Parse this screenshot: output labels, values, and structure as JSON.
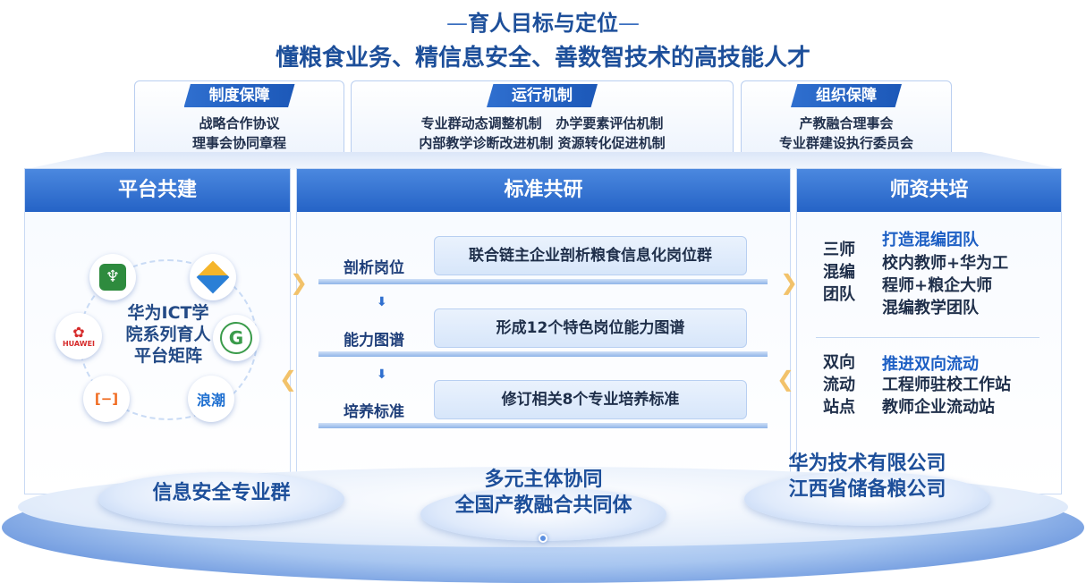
{
  "header": {
    "dash_left": "—",
    "title": "育人目标与定位",
    "dash_right": "—",
    "subtitle": "懂粮食业务、精信息安全、善数智技术的高技能人才"
  },
  "top_cards": [
    {
      "tag": "制度保障",
      "lines": [
        "战略合作协议",
        "理事会协同章程"
      ]
    },
    {
      "tag": "运行机制",
      "lines": [
        "专业群动态调整机制   办学要素评估机制",
        "内部教学诊断改进机制 资源转化促进机制"
      ]
    },
    {
      "tag": "组织保障",
      "lines": [
        "产教融合理事会",
        "专业群建设执行委员会"
      ]
    }
  ],
  "left": {
    "header": "平台共建",
    "center": [
      "华为ICT学",
      "院系列育人",
      "平台矩阵"
    ],
    "logos": [
      {
        "icon": "grain-logo-icon",
        "text": "",
        "color": "#2e8b3e"
      },
      {
        "icon": "cube-logo-icon",
        "text": "",
        "color": "#2a7fd6"
      },
      {
        "icon": "g-badge-logo-icon",
        "text": "G",
        "color": "#3a9b4a"
      },
      {
        "icon": "inspur-logo-icon",
        "text": "浪潮",
        "color": "#1e6fd0"
      },
      {
        "icon": "alibaba-logo-icon",
        "text": "[−]",
        "color": "#f06a1f"
      },
      {
        "icon": "huawei-logo-icon",
        "text": "HUAWEI",
        "color": "#d62b2b"
      }
    ],
    "base": "信息安全专业群"
  },
  "middle": {
    "header": "标准共研",
    "rows": [
      {
        "label": "剖析岗位",
        "text": "联合链主企业剖析粮食信息化岗位群"
      },
      {
        "label": "能力图谱",
        "text": "形成12个特色岗位能力图谱"
      },
      {
        "label": "培养标准",
        "text": "修订相关8个专业培养标准"
      }
    ],
    "base": [
      "多元主体协同",
      "全国产教融合共同体"
    ]
  },
  "right": {
    "header": "师资共培",
    "group1": {
      "vert": [
        "三师",
        "混编",
        "团队"
      ],
      "title": "打造混编团队",
      "lines": [
        "校内教师+华为工",
        "程师+粮企大师",
        "混编教学团队"
      ]
    },
    "group2": {
      "vert": [
        "双向",
        "流动",
        "站点"
      ],
      "title": "推进双向流动",
      "lines": [
        "工程师驻校工作站",
        "教师企业流动站"
      ]
    },
    "base": [
      "华为技术有限公司",
      "江西省储备粮公司"
    ]
  }
}
